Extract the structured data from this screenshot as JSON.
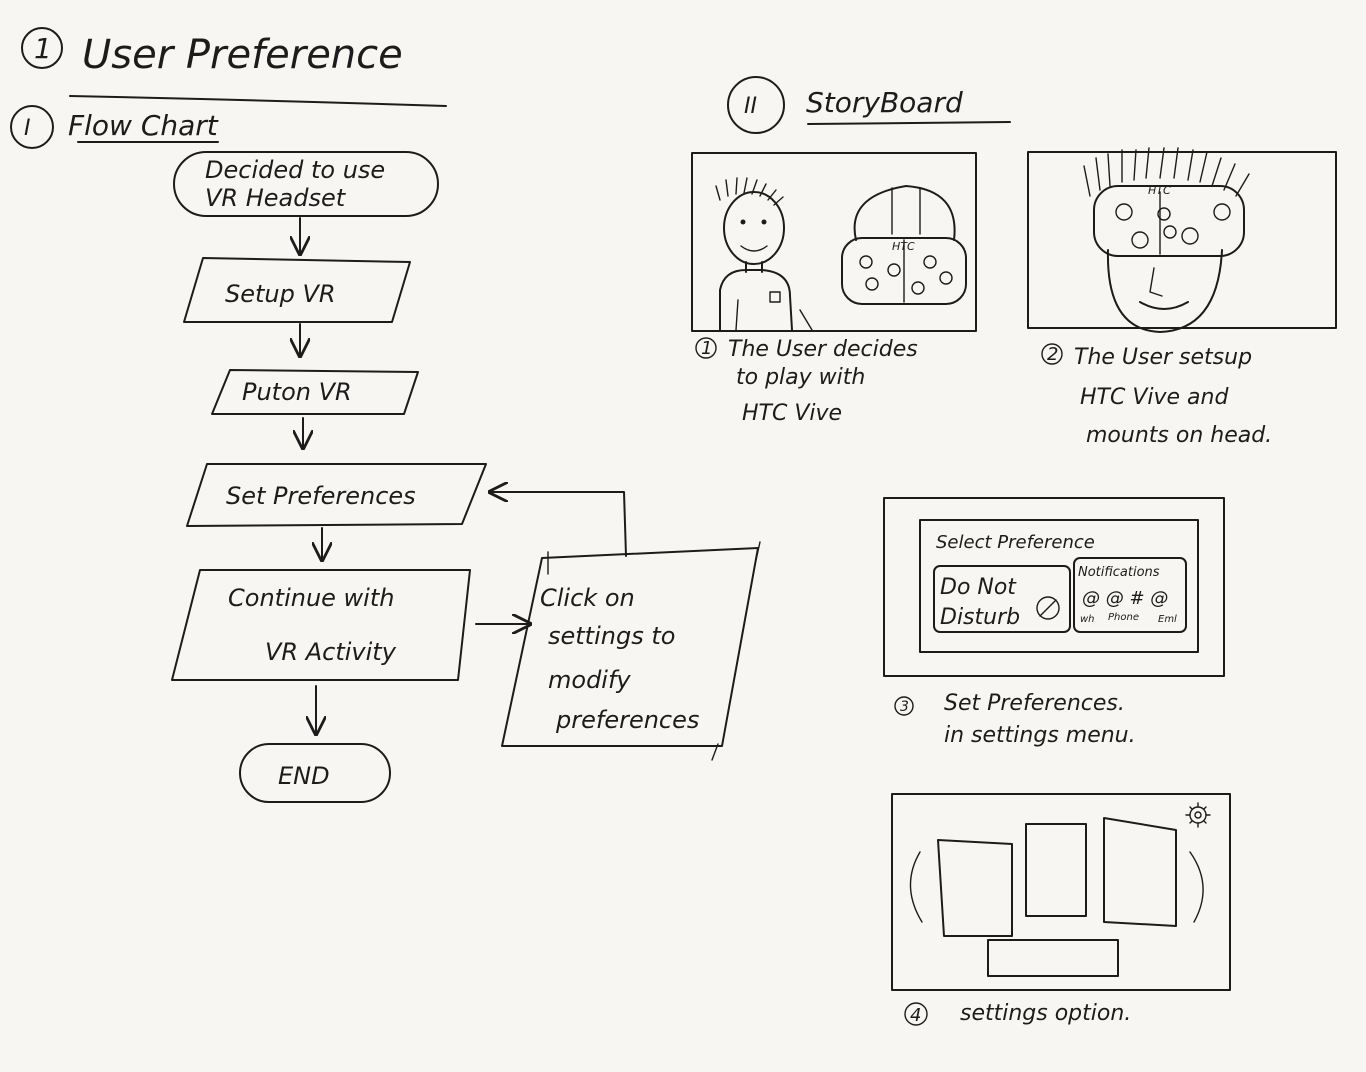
{
  "title": {
    "number": "1",
    "text": "User Preference"
  },
  "flowchart": {
    "section_number": "I",
    "heading": "Flow Chart",
    "nodes": {
      "start_line1": "Decided to use",
      "start_line2": "VR Headset",
      "setup": "Setup VR",
      "puton": "Puton VR",
      "set_prefs": "Set Preferences",
      "continue_line1": "Continue with",
      "continue_line2": "VR Activity",
      "click_line1": "Click on",
      "click_line2": "settings to",
      "click_line3": "modify",
      "click_line4": "preferences",
      "end": "END"
    }
  },
  "storyboard": {
    "section_number": "II",
    "heading": "StoryBoard",
    "panel1": {
      "headset_label": "HTC",
      "caption_number": "1",
      "caption_line1": "The User decides",
      "caption_line2": "to play with",
      "caption_line3": "HTC Vive"
    },
    "panel2": {
      "headset_label": "HTC",
      "caption_number": "2",
      "caption_line1": "The User setsup",
      "caption_line2": "HTC Vive and",
      "caption_line3": "mounts on head."
    },
    "panel3": {
      "menu_title": "Select Preference",
      "dnd_line1": "Do Not",
      "dnd_line2": "Disturb",
      "notifications_label": "Notifications",
      "notif_icons": "@ @ # @",
      "notif_sub1": "wh",
      "notif_sub2": "Phone",
      "notif_sub3": "Eml",
      "caption_number": "3",
      "caption_line1": "Set Preferences.",
      "caption_line2": "in settings menu."
    },
    "panel4": {
      "caption_number": "4",
      "caption_text": "settings option."
    }
  }
}
